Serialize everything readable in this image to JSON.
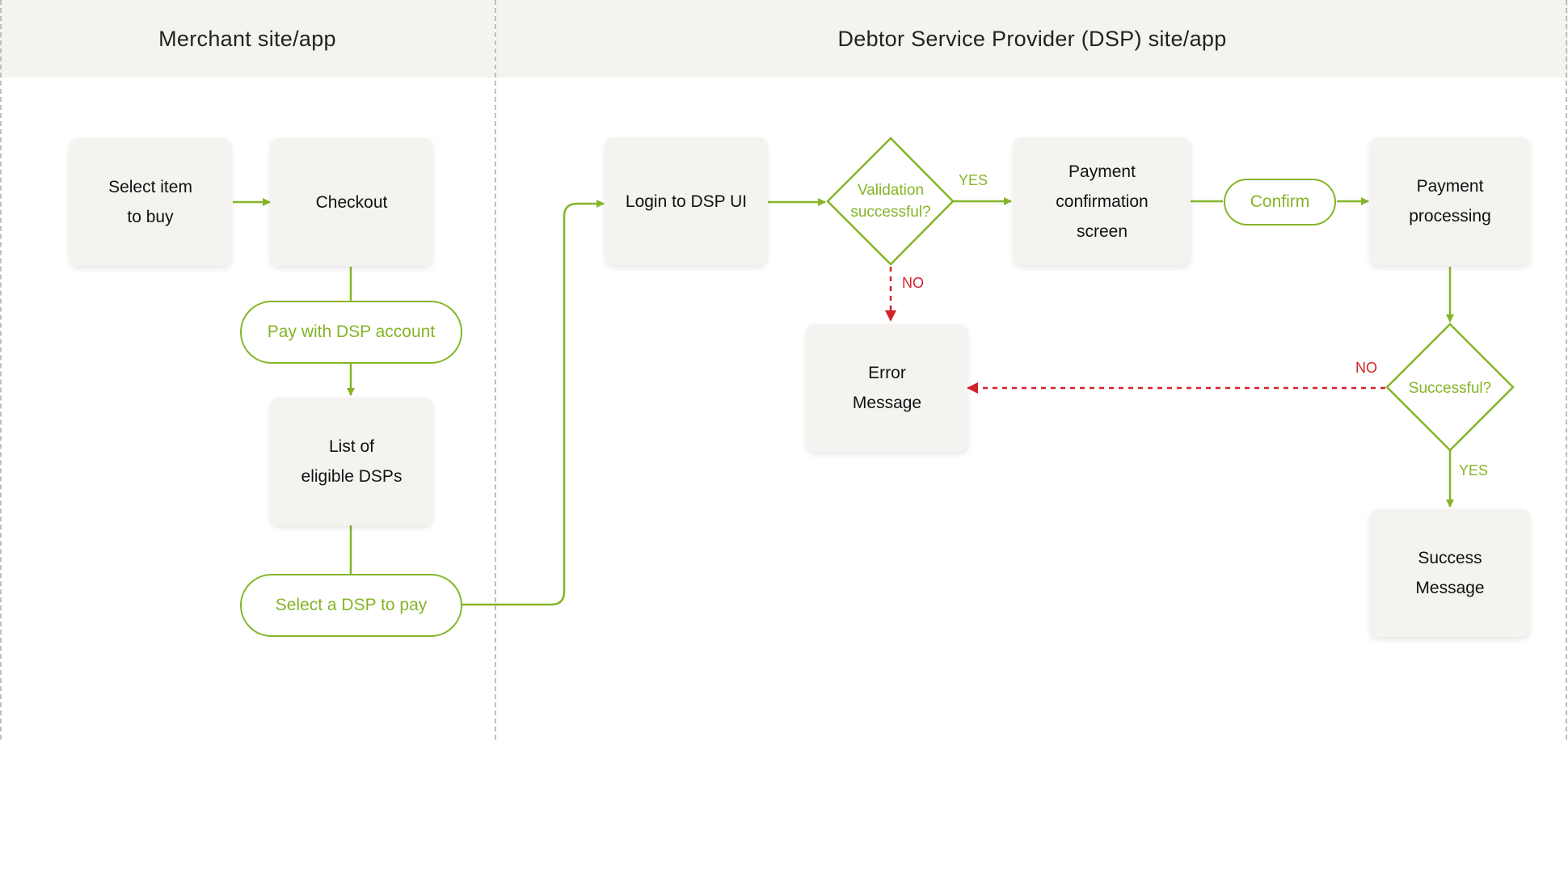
{
  "lanes": {
    "merchant": "Merchant site/app",
    "dsp": "Debtor Service Provider (DSP) site/app"
  },
  "nodes": {
    "select_item": "Select item\nto buy",
    "checkout": "Checkout",
    "pay_with_dsp": "Pay with DSP account",
    "list_dsps": "List of\neligible DSPs",
    "select_dsp": "Select a DSP to pay",
    "login": "Login to DSP UI",
    "validation": "Validation\nsuccessful?",
    "confirmation_screen": "Payment\nconfirmation\nscreen",
    "confirm": "Confirm",
    "processing": "Payment\nprocessing",
    "successful": "Successful?",
    "error": "Error\nMessage",
    "success": "Success\nMessage"
  },
  "edge_labels": {
    "validation_yes": "YES",
    "validation_no": "NO",
    "successful_no": "NO",
    "successful_yes": "YES"
  },
  "colors": {
    "flow_green": "#84b527",
    "error_red": "#d2232a",
    "box_fill": "#f4f3f0",
    "header_fill": "#f4f3f0"
  }
}
